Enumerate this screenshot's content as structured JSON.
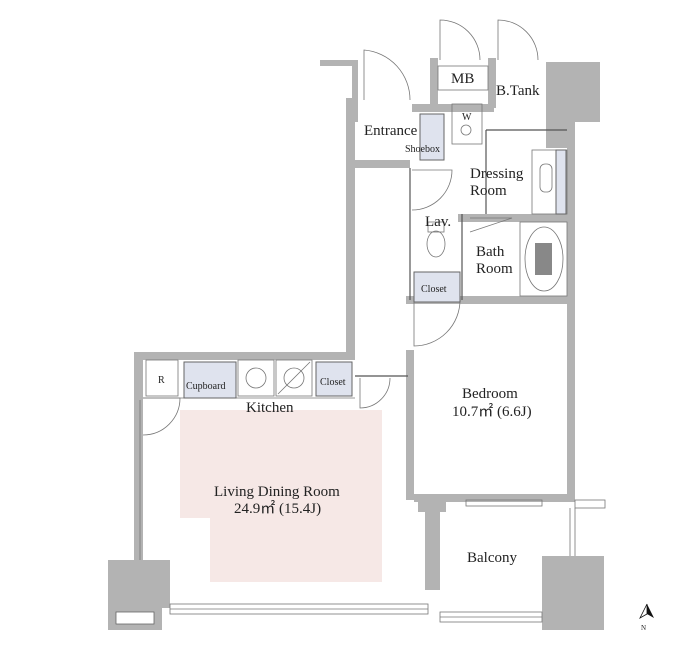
{
  "rooms": {
    "mb": "MB",
    "btank": "B.Tank",
    "entrance": "Entrance",
    "shoebox": "Shoebox",
    "washer": "W",
    "dressing_line1": "Dressing",
    "dressing_line2": "Room",
    "lav": "Lav.",
    "bath_line1": "Bath",
    "bath_line2": "Room",
    "closet_upper": "Closet",
    "bedroom_name": "Bedroom",
    "bedroom_area": "10.7㎡ (6.6J)",
    "fridge": "R",
    "cupboard": "Cupboard",
    "closet_kitchen": "Closet",
    "kitchen": "Kitchen",
    "ldr_name": "Living Dining Room",
    "ldr_area": "24.9㎡ (15.4J)",
    "balcony": "Balcony"
  },
  "compass": {
    "north": "N"
  },
  "colors": {
    "wall": "#b3b3b3",
    "ldr_floor": "#f6e8e6",
    "fixture": "#dfe3ee",
    "line": "#555555"
  }
}
